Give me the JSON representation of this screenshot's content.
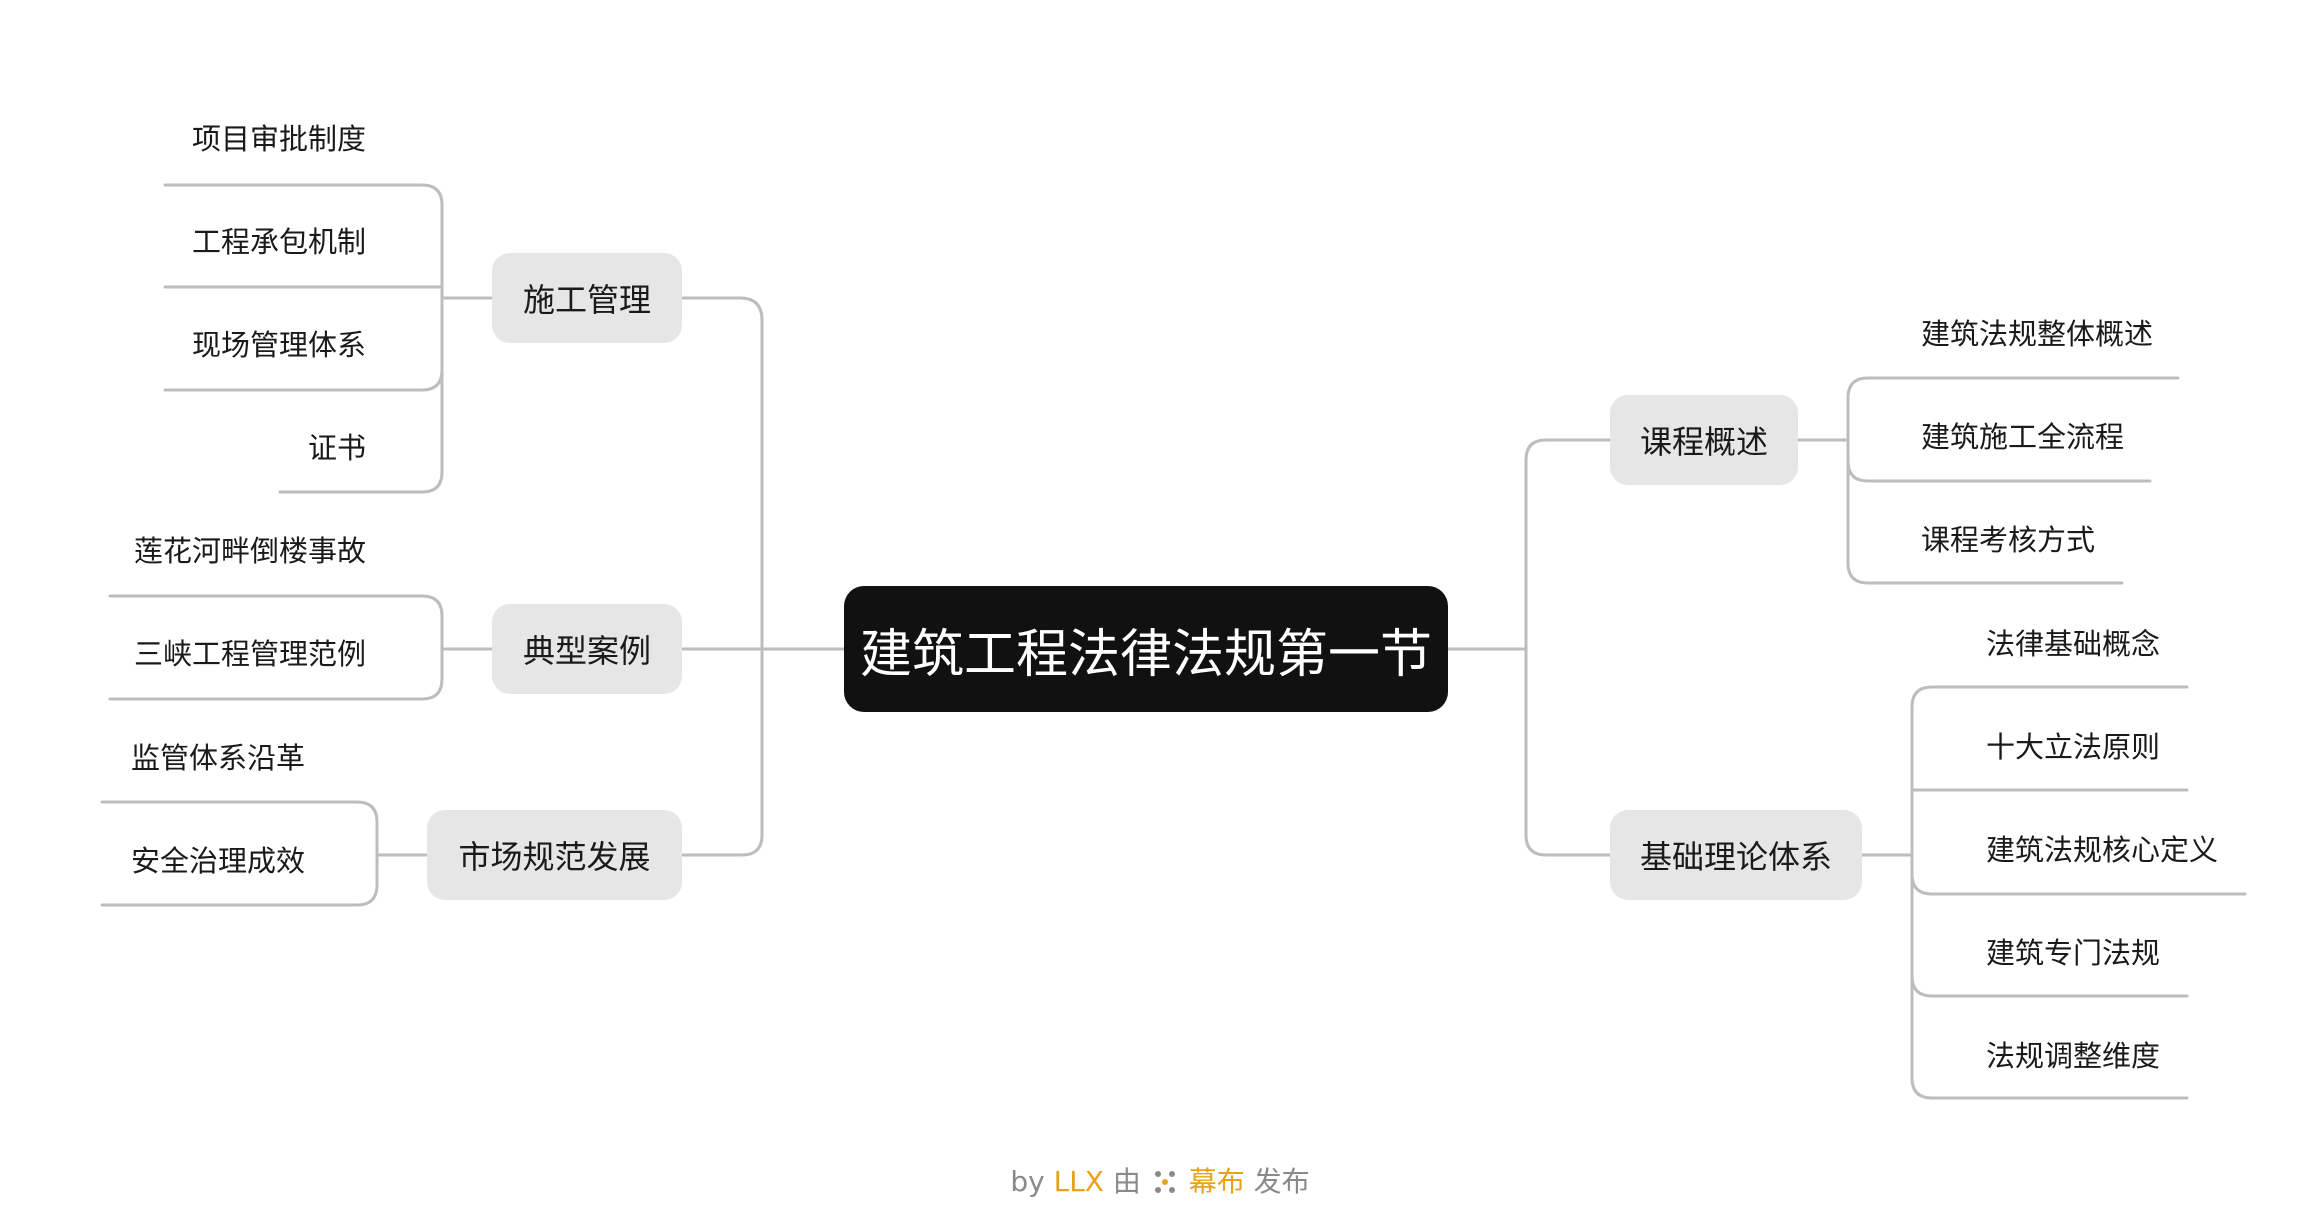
{
  "root": {
    "label": "建筑工程法律法规第一节"
  },
  "branches": {
    "construction_mgmt": {
      "label": "施工管理",
      "children": [
        "项目审批制度",
        "工程承包机制",
        "现场管理体系",
        "证书"
      ]
    },
    "typical_cases": {
      "label": "典型案例",
      "children": [
        "莲花河畔倒楼事故",
        "三峡工程管理范例"
      ]
    },
    "market_regulation": {
      "label": "市场规范发展",
      "children": [
        "监管体系沿革",
        "安全治理成效"
      ]
    },
    "course_overview": {
      "label": "课程概述",
      "children": [
        "建筑法规整体概述",
        "建筑施工全流程",
        "课程考核方式"
      ]
    },
    "basic_theory": {
      "label": "基础理论体系",
      "children": [
        "法律基础概念",
        "十大立法原则",
        "建筑法规核心定义",
        "建筑专门法规",
        "法规调整维度"
      ]
    }
  },
  "footer": {
    "by": "by",
    "author": "LLX",
    "via": "由",
    "brand": "幕布",
    "published": "发布"
  },
  "colors": {
    "root_bg": "#111111",
    "branch_bg": "#e6e6e6",
    "connector": "#bdbdbd",
    "brand": "#e8a21a",
    "footer_text": "#8a8a8a"
  }
}
